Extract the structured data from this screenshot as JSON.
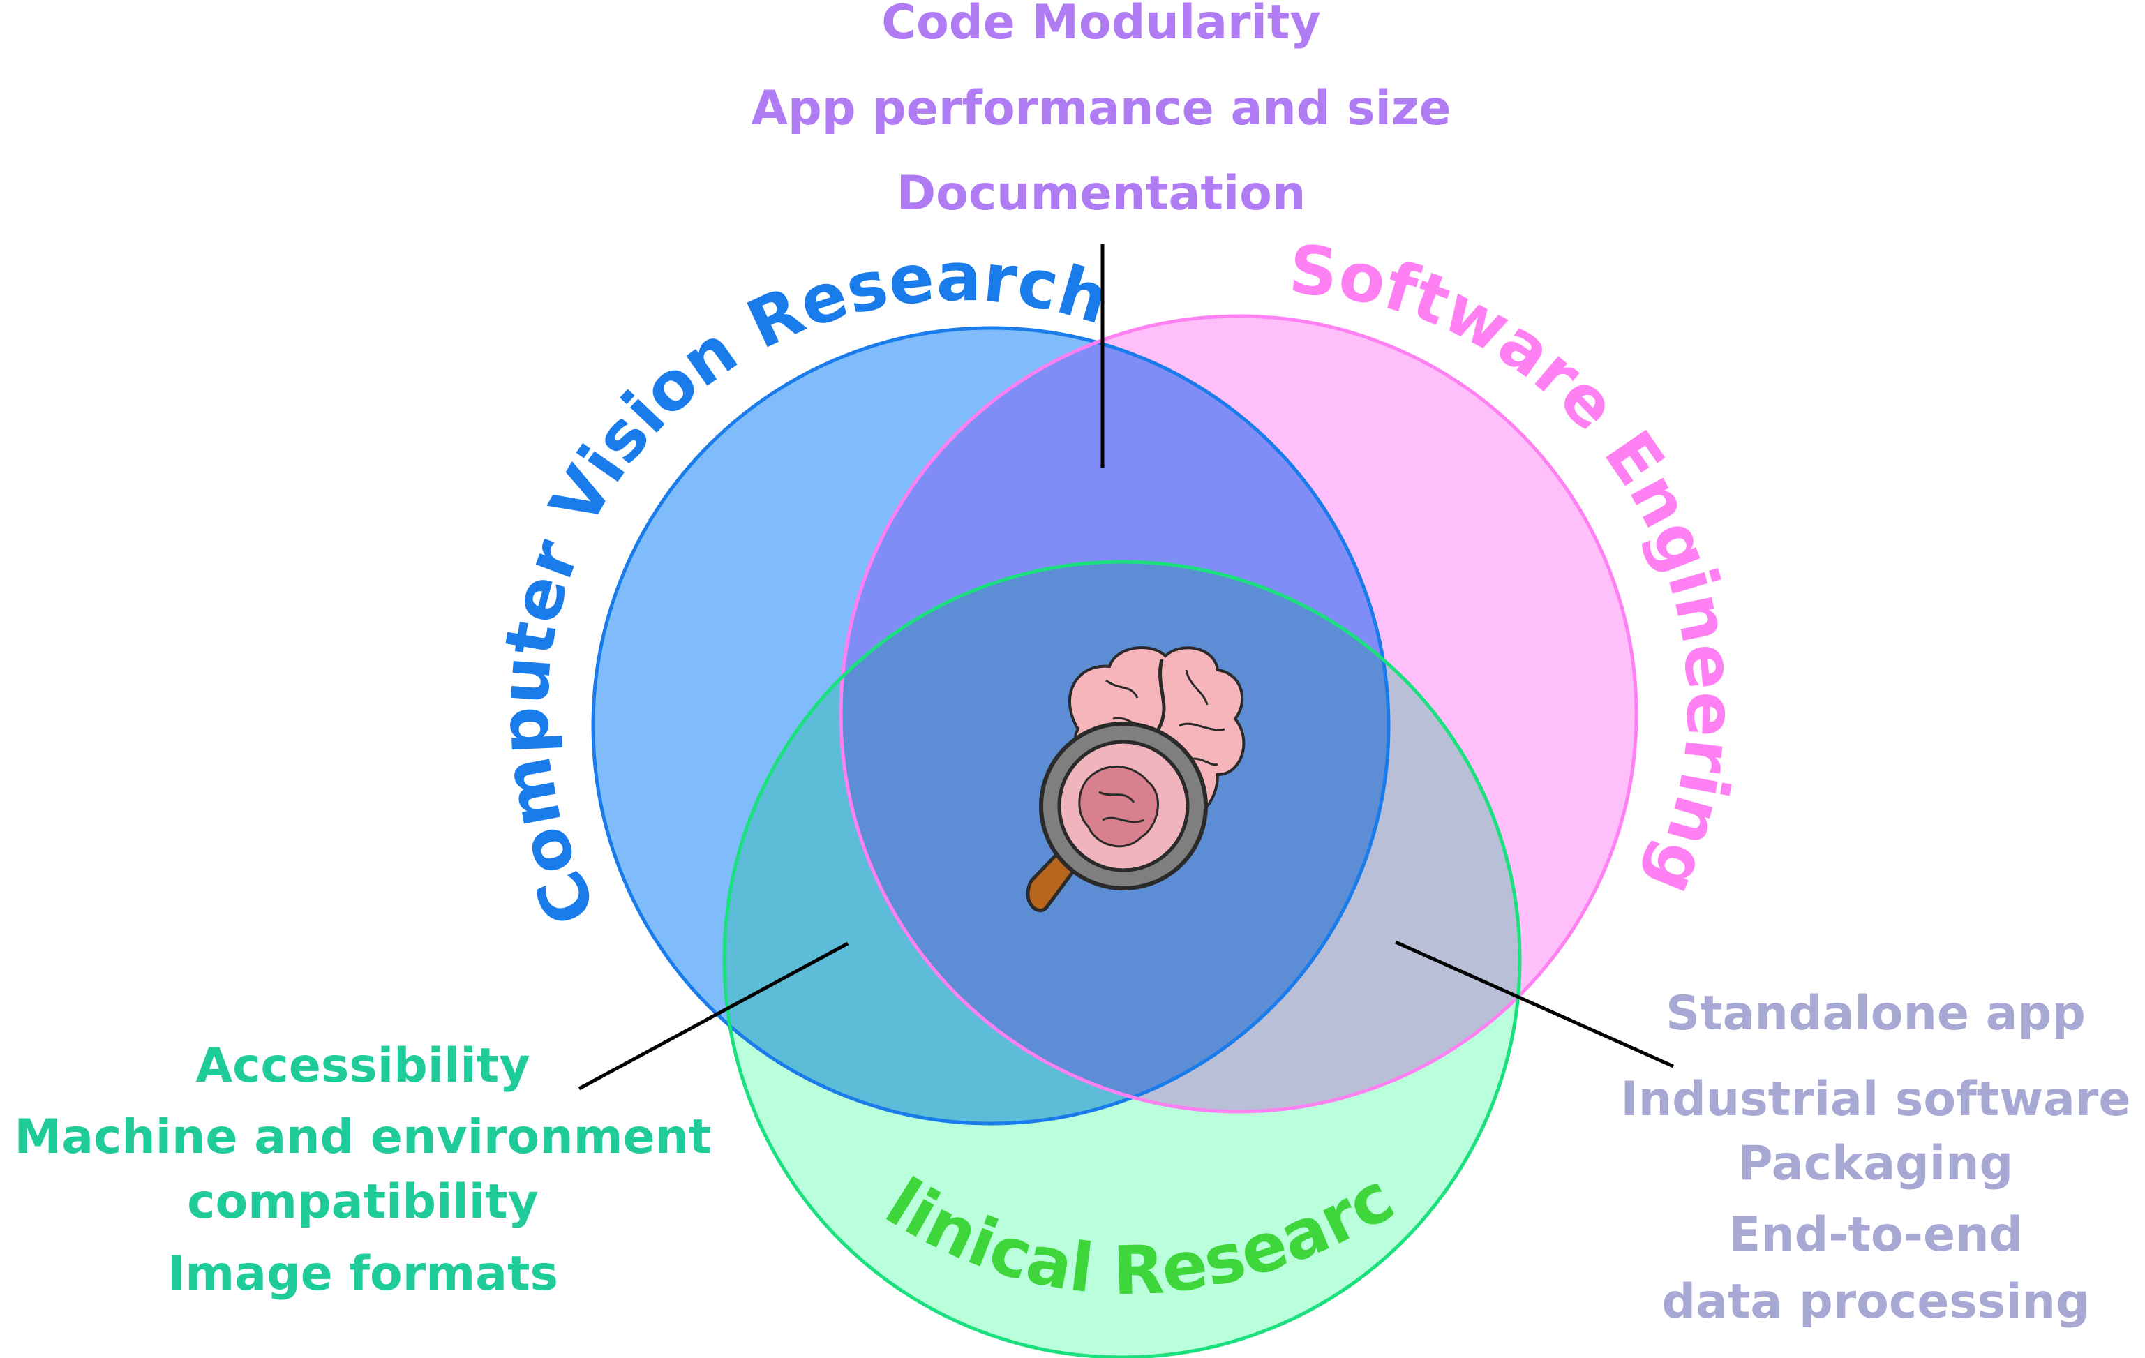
{
  "sets": {
    "cv": {
      "label": "Computer Vision Research",
      "fill": "#80BCFB",
      "stroke": "#1A7CEB",
      "text_color": "#1A7CEB"
    },
    "se": {
      "label": "Software Engineering",
      "fill": "#FFB8FA",
      "stroke": "#FF80F2",
      "text_color": "#FF80F2"
    },
    "cr": {
      "label": "Clinical Research",
      "fill": "#80FFC0",
      "stroke": "#1BE07E",
      "text_color": "#3ED63A"
    }
  },
  "intersections": {
    "cv_se": {
      "color": "#B07CF4",
      "items": [
        "Code Modularity",
        "App performance and size",
        "Documentation"
      ]
    },
    "cv_cr": {
      "color": "#1FCC99",
      "items": [
        "Accessibility",
        "Machine and environment",
        "compatibility",
        "Image formats"
      ]
    },
    "se_cr": {
      "color": "#A8A8D4",
      "items": [
        "Standalone app",
        "Industrial software",
        "Packaging",
        "End-to-end",
        "data processing"
      ]
    }
  },
  "center_icon": "brain-magnifier-icon"
}
